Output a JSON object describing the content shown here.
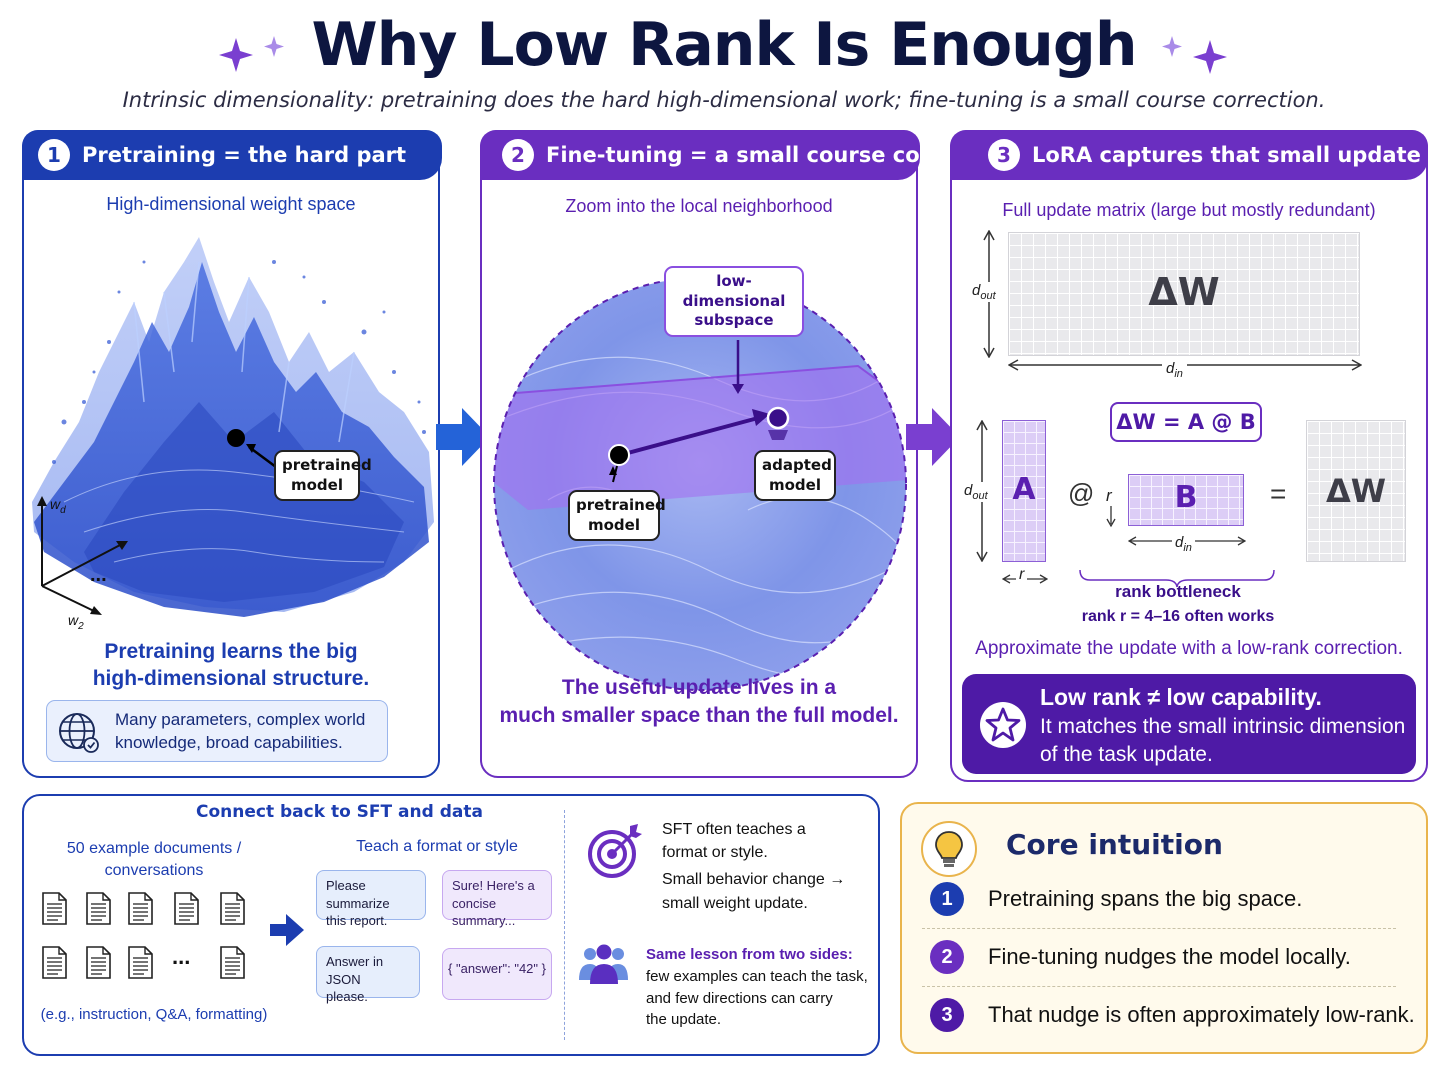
{
  "title": "Why Low Rank Is Enough",
  "subtitle": "Intrinsic dimensionality: pretraining does the hard high-dimensional work; fine-tuning is a small course correction.",
  "panel1": {
    "number": "1",
    "header": "Pretraining = the hard part",
    "subtitle": "High-dimensional weight space",
    "callout_line1": "pretrained",
    "callout_line2": "model",
    "axis_wd": "w",
    "axis_wd_sub": "d",
    "axis_w2": "w",
    "axis_w2_sub": "2",
    "axis_dots": "...",
    "caption_line1": "Pretraining learns the big",
    "caption_line2": "high-dimensional structure.",
    "note_line1": "Many parameters, complex world",
    "note_line2": "knowledge, broad capabilities."
  },
  "panel2": {
    "number": "2",
    "header": "Fine-tuning = a small course correction",
    "subtitle": "Zoom into the local neighborhood",
    "subspace_line1": "low-dimensional",
    "subspace_line2": "subspace",
    "pretrained_line1": "pretrained",
    "pretrained_line2": "model",
    "adapted_line1": "adapted",
    "adapted_line2": "model",
    "caption_line1": "The useful update lives in a",
    "caption_line2": "much smaller space than the full model."
  },
  "panel3": {
    "number": "3",
    "header": "LoRA captures that small update",
    "subtitle": "Full update matrix (large but mostly redundant)",
    "full_matrix_label": "ΔW",
    "d_out": "d",
    "d_out_sub": "out",
    "d_in": "d",
    "d_in_sub": "in",
    "equation": "ΔW = A @ B",
    "a_label": "A",
    "at_symbol": "@",
    "r_label": "r",
    "b_label": "B",
    "equals": "=",
    "result_label": "ΔW",
    "rank_line1": "rank bottleneck",
    "rank_line2": "rank r = 4–16 often works",
    "approx": "Approximate the update with a low-rank correction.",
    "callout_line1": "Low rank ≠ low capability.",
    "callout_line2": "It matches the small intrinsic dimension",
    "callout_line3": "of the task update."
  },
  "sft": {
    "title": "Connect back to SFT and data",
    "docs_line1": "50 example documents /",
    "docs_line2": "conversations",
    "docs_dots": "...",
    "docs_caption": "(e.g., instruction, Q&A, formatting)",
    "teach_title": "Teach a format or style",
    "bubble1_line1": "Please summarize",
    "bubble1_line2": "this report.",
    "bubble2_line1": "Sure! Here's a",
    "bubble2_line2": "concise summary...",
    "bubble3_line1": "Answer in JSON",
    "bubble3_line2": "please.",
    "bubble4": "{ \"answer\": \"42\" }",
    "sft_line1": "SFT often teaches a",
    "sft_line2": "format or style.",
    "sft_line3": "Small behavior change →",
    "sft_line4": "small weight update.",
    "lesson_title": "Same lesson from two sides:",
    "lesson_line1": "few examples can teach the task,",
    "lesson_line2": "and few directions can carry",
    "lesson_line3": "the update."
  },
  "core": {
    "title": "Core intuition",
    "items": [
      {
        "num": "1",
        "text": "Pretraining spans the big space."
      },
      {
        "num": "2",
        "text": "Fine-tuning nudges the model locally."
      },
      {
        "num": "3",
        "text": "That nudge is often approximately low-rank."
      }
    ]
  },
  "colors": {
    "blue": "#1c3db0",
    "purple": "#6a2ec0",
    "deep_purple": "#4e1aa6",
    "gold": "#e9b44c"
  },
  "icons": [
    "sparkle-icon",
    "globe-icon",
    "arrow-right-icon",
    "document-icon",
    "target-icon",
    "people-icon",
    "lightbulb-icon",
    "star-icon"
  ]
}
